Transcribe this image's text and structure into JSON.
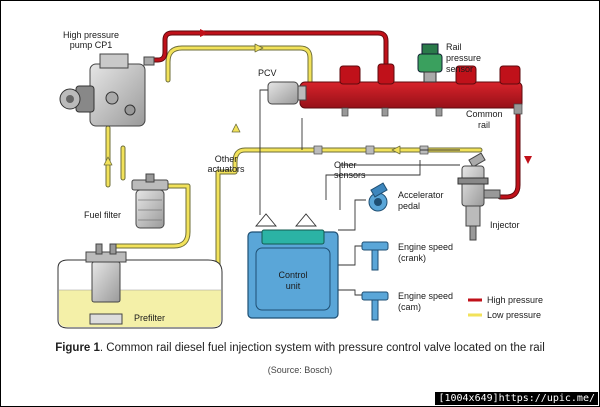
{
  "labels": {
    "pump": [
      "High pressure",
      "pump CP1"
    ],
    "rail_sensor": [
      "Rail",
      "pressure",
      "sensor"
    ],
    "pcv": "PCV",
    "common_rail": [
      "Common",
      "rail"
    ],
    "other_actuators": [
      "Other",
      "actuators"
    ],
    "other_sensors": [
      "Other",
      "sensors"
    ],
    "accelerator": [
      "Accelerator",
      "pedal"
    ],
    "fuel_filter": "Fuel filter",
    "injector": "Injector",
    "control_unit": [
      "Control",
      "unit"
    ],
    "speed_crank": [
      "Engine speed",
      "(crank)"
    ],
    "speed_cam": [
      "Engine speed",
      "(cam)"
    ],
    "prefilter": "Prefilter"
  },
  "legend": [
    {
      "label": "High pressure",
      "color": "#c0111a"
    },
    {
      "label": "Low pressure",
      "color": "#f2e25a"
    }
  ],
  "caption": {
    "prefix": "Figure 1",
    "text": ". Common rail diesel fuel injection system with pressure control valve located on the rail"
  },
  "source": "(Source: Bosch)",
  "watermark": "[1004x649]https://upic.me/",
  "colors": {
    "high_pressure": "#c0111a",
    "low_pressure": "#f2e25a",
    "control_unit": "#5aa6d8",
    "tank_fuel": "#f4f0a8"
  }
}
